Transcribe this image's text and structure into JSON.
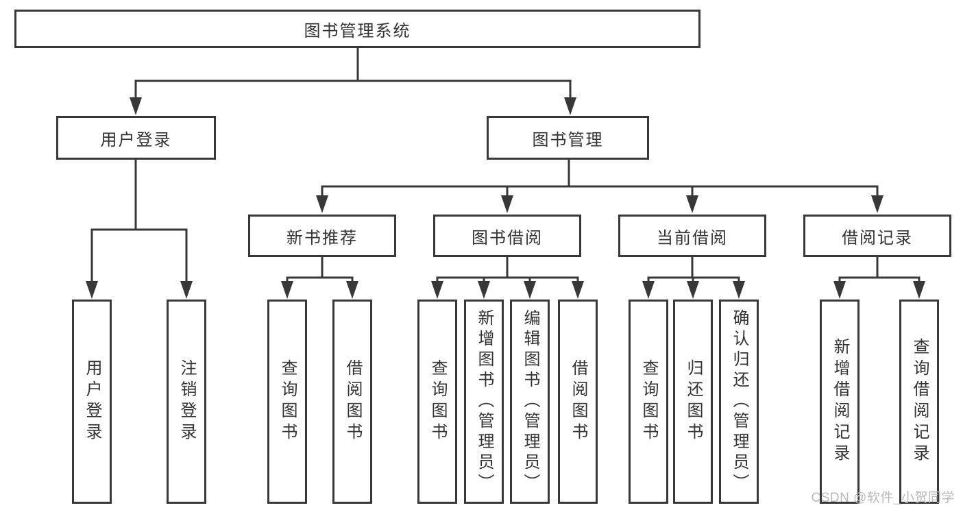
{
  "tree": {
    "root": "图书管理系统",
    "l2": [
      {
        "label": "用户登录",
        "leaves": [
          "用户登录",
          "注销登录"
        ]
      },
      {
        "label": "图书管理",
        "groups": [
          {
            "label": "新书推荐",
            "leaves": [
              "查询图书",
              "借阅图书"
            ]
          },
          {
            "label": "图书借阅",
            "leaves": [
              "查询图书",
              "新增图书（管理员）",
              "编辑图书（管理员）",
              "借阅图书"
            ]
          },
          {
            "label": "当前借阅",
            "leaves": [
              "查询图书",
              "归还图书",
              "确认归还（管理员）"
            ]
          },
          {
            "label": "借阅记录",
            "leaves": [
              "新增借阅记录",
              "查询借阅记录"
            ]
          }
        ]
      }
    ]
  },
  "colors": {
    "line": "#383838",
    "text": "#333333",
    "watermark": "#b9b9b9"
  },
  "watermark": "CSDN @软件_小贺同学"
}
